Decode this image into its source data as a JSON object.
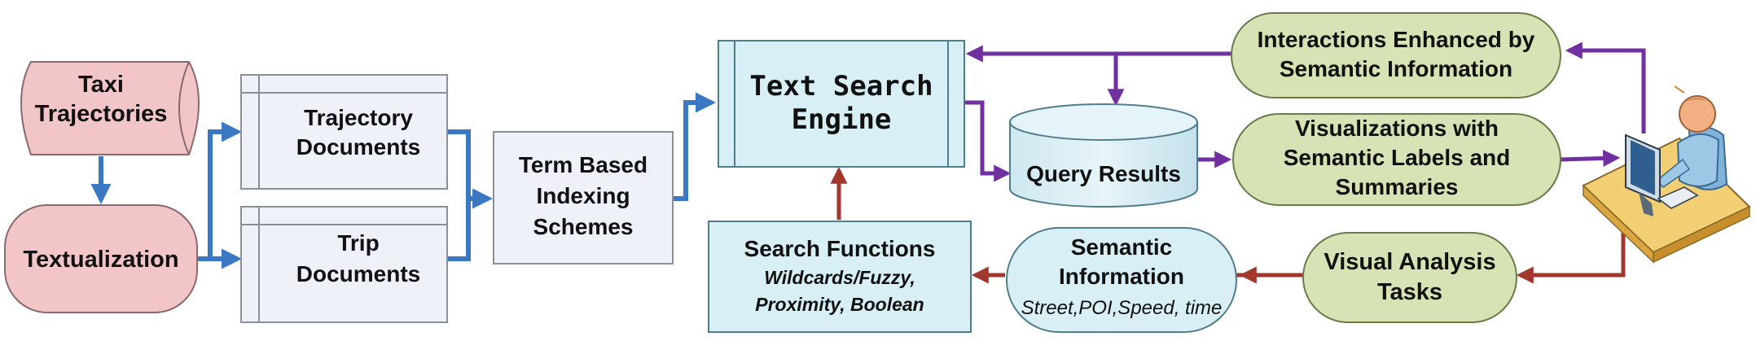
{
  "colors": {
    "pink_fill": "#f2c6c8",
    "pink_stroke": "#8a6a6c",
    "doc_fill": "#eef1f7",
    "doc_stroke": "#8a8f98",
    "cyan_fill": "#d8eff5",
    "cyan_stroke": "#4f7d8c",
    "green_fill": "#d6e3b4",
    "green_stroke": "#6a7b4a",
    "blue_arrow": "#3a78c4",
    "purple_arrow": "#7030a0",
    "red_arrow": "#a3362d"
  },
  "nodes": {
    "taxi_trajectories": [
      "Taxi",
      "Trajectories"
    ],
    "textualization": "Textualization",
    "trajectory_documents": [
      "Trajectory",
      "Documents"
    ],
    "trip_documents": [
      "Trip",
      "Documents"
    ],
    "indexing": [
      "Term Based",
      "Indexing",
      "Schemes"
    ],
    "search_engine": [
      "Text Search",
      "Engine"
    ],
    "query_results": "Query Results",
    "interactions": [
      "Interactions Enhanced by",
      "Semantic Information"
    ],
    "visualizations": [
      "Visualizations with",
      "Semantic Labels and",
      "Summaries"
    ],
    "visual_analysis": [
      "Visual Analysis",
      "Tasks"
    ],
    "semantic_info": {
      "title": [
        "Semantic",
        "Information"
      ],
      "subtitle": "Street,POI,Speed, time"
    },
    "search_functions": {
      "title": "Search Functions",
      "line1": "Wildcards/Fuzzy,",
      "line2": "Proximity, Boolean"
    },
    "user_icon": "user-at-computer"
  }
}
